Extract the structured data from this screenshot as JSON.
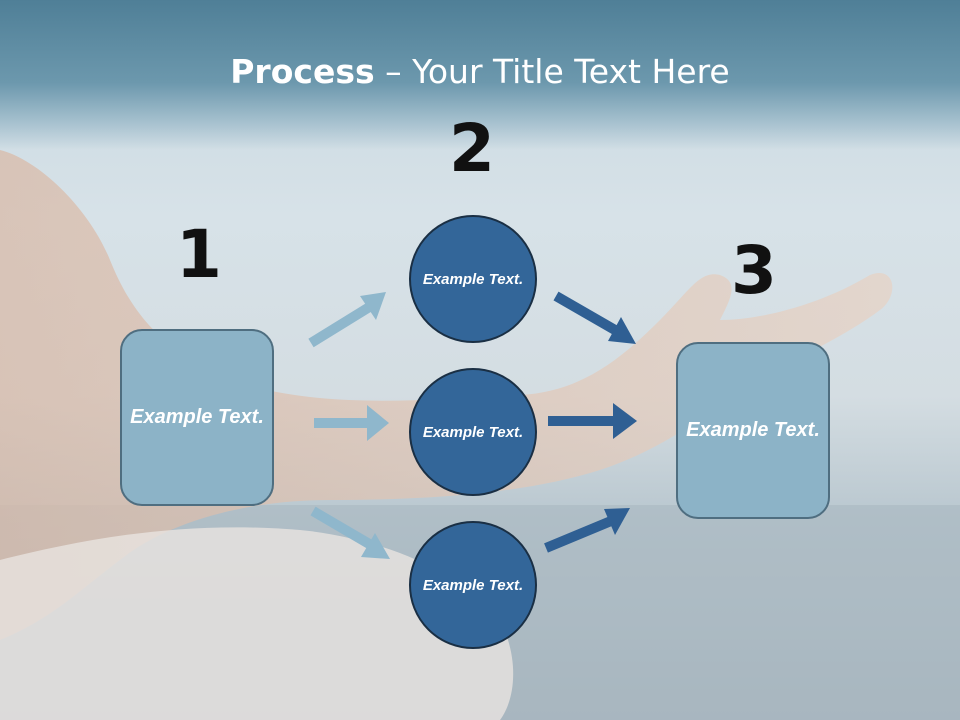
{
  "slide": {
    "title_bold": "Process",
    "title_rest": " – Your Title Text Here",
    "steps": [
      "1",
      "2",
      "3"
    ],
    "left_box_text": "Example Text.",
    "circle_texts": [
      "Example Text.",
      "Example Text.",
      "Example Text."
    ],
    "right_box_text": "Example Text."
  },
  "colors": {
    "title_band": "#5f8ea6",
    "box_fill": "#8cb3c7",
    "circle_fill": "#336699",
    "light_arrow": "#8fb7cc",
    "dark_arrow": "#2f5f93"
  }
}
